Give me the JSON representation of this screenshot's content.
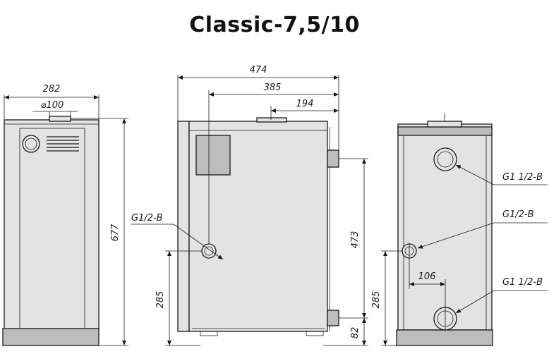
{
  "title": "Classic-7,5/10",
  "front_view": {
    "width_dim": "282",
    "flue_dim": "⌀100",
    "height_dim": "677"
  },
  "side_view": {
    "depth_dim": "474",
    "dim_385": "385",
    "dim_194": "194",
    "inlet_label": "G1/2-B",
    "dim_285": "285",
    "dim_473": "473",
    "dim_82": "82"
  },
  "rear_view": {
    "top_label": "G1 1/2-B",
    "mid_label": "G1/2-B",
    "bottom_label": "G1 1/2-B",
    "dim_106": "106",
    "dim_285": "285"
  }
}
